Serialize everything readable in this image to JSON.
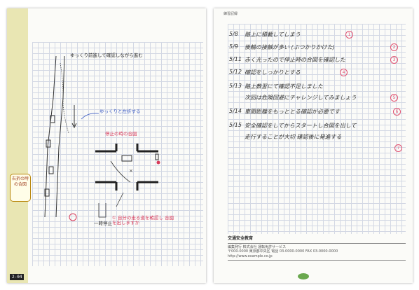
{
  "left_page": {
    "page_number": "2-04",
    "sidebar_note": "右折の時の合図",
    "top_note": "ゆっくり前進して確認しながら進む",
    "blue_note": "ゆっくりと左折する",
    "red_note": "停止の時の合図",
    "bottom_red_note": "① 自分の走る道を確認し 合図を出しますか",
    "label_stop": "一時停止"
  },
  "right_page": {
    "header": "練習記録",
    "entries": [
      {
        "date": "5/8",
        "text": "路上に積載してしまう",
        "mark": "1"
      },
      {
        "date": "5/9",
        "text": "後輪の接触が多い (ぶつかりかけた)",
        "mark": "2"
      },
      {
        "date": "5/11",
        "text": "赤く光ったので停止時の合図を確認した",
        "mark": "3"
      },
      {
        "date": "5/12",
        "text": "確認をしっかりとする",
        "mark": "4"
      },
      {
        "date": "5/13",
        "text": "路上教習にて確認不足しました",
        "mark": ""
      },
      {
        "date": "",
        "text": "次回は危険回避にチャレンジしてみましょう",
        "mark": "5"
      },
      {
        "date": "5/14",
        "text": "車間距離をもっととる確認が必要です",
        "mark": "6"
      },
      {
        "date": "5/15",
        "text": "安全確認をしてからスタートし合図を出して",
        "mark": ""
      },
      {
        "date": "",
        "text": "走行することが大切 確認後に発進する",
        "mark": ""
      },
      {
        "date": "",
        "text": "",
        "mark": "7"
      }
    ],
    "footer_title": "交通安全教育",
    "footer_lines": [
      "編集発行 株式会社 運転免許サービス",
      "〒000-0000 東京都中央区 電話 03-0000-0000 FAX 03-0000-0000",
      "http://www.example.co.jp"
    ]
  }
}
